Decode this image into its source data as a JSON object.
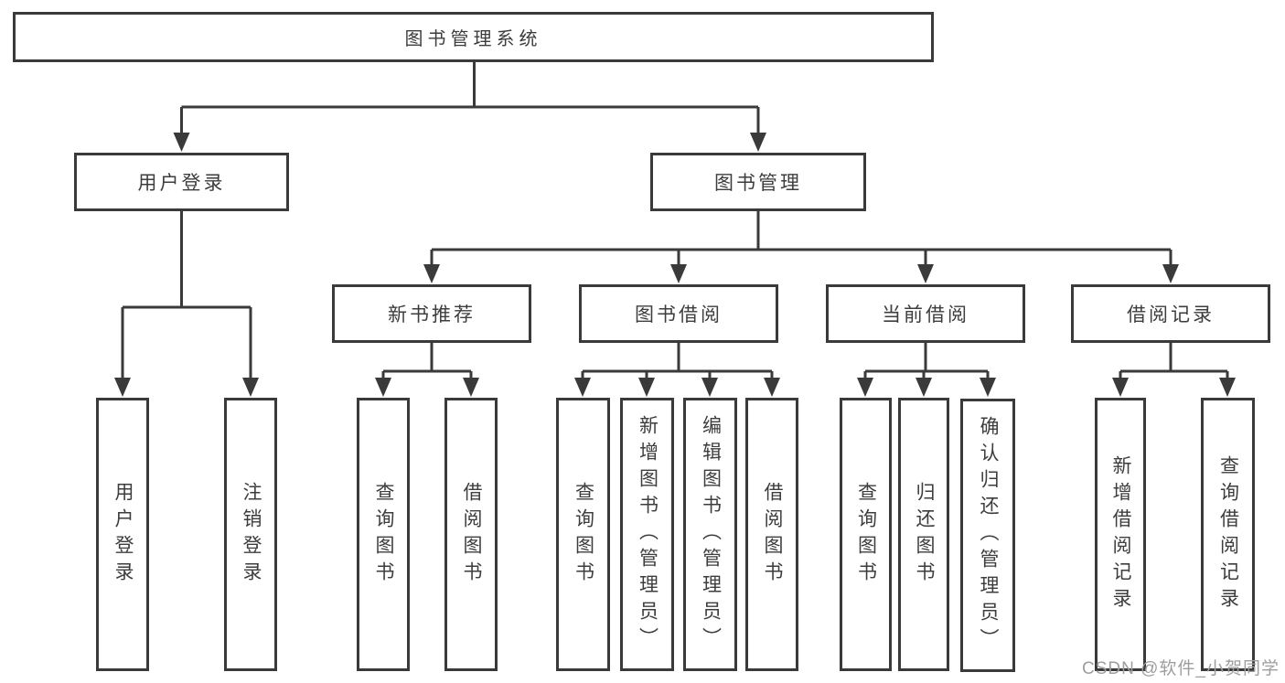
{
  "tree": {
    "root": "图书管理系统",
    "branches": [
      {
        "label": "用户登录",
        "leaves": [
          "用户登录",
          "注销登录"
        ]
      },
      {
        "label": "图书管理",
        "groups": [
          {
            "label": "新书推荐",
            "leaves": [
              "查询图书",
              "借阅图书"
            ]
          },
          {
            "label": "图书借阅",
            "leaves": [
              "查询图书",
              "新增图书（管理员）",
              "编辑图书（管理员）",
              "借阅图书"
            ]
          },
          {
            "label": "当前借阅",
            "leaves": [
              "查询图书",
              "归还图书",
              "确认归还（管理员）"
            ]
          },
          {
            "label": "借阅记录",
            "leaves": [
              "新增借阅记录",
              "查询借阅记录"
            ]
          }
        ]
      }
    ]
  },
  "watermark": "CSDN @软件_小贺同学",
  "colors": {
    "line": "#3a3a3a",
    "text": "#3d3d3d",
    "watermark": "#9e9e9e",
    "background": "#ffffff"
  }
}
